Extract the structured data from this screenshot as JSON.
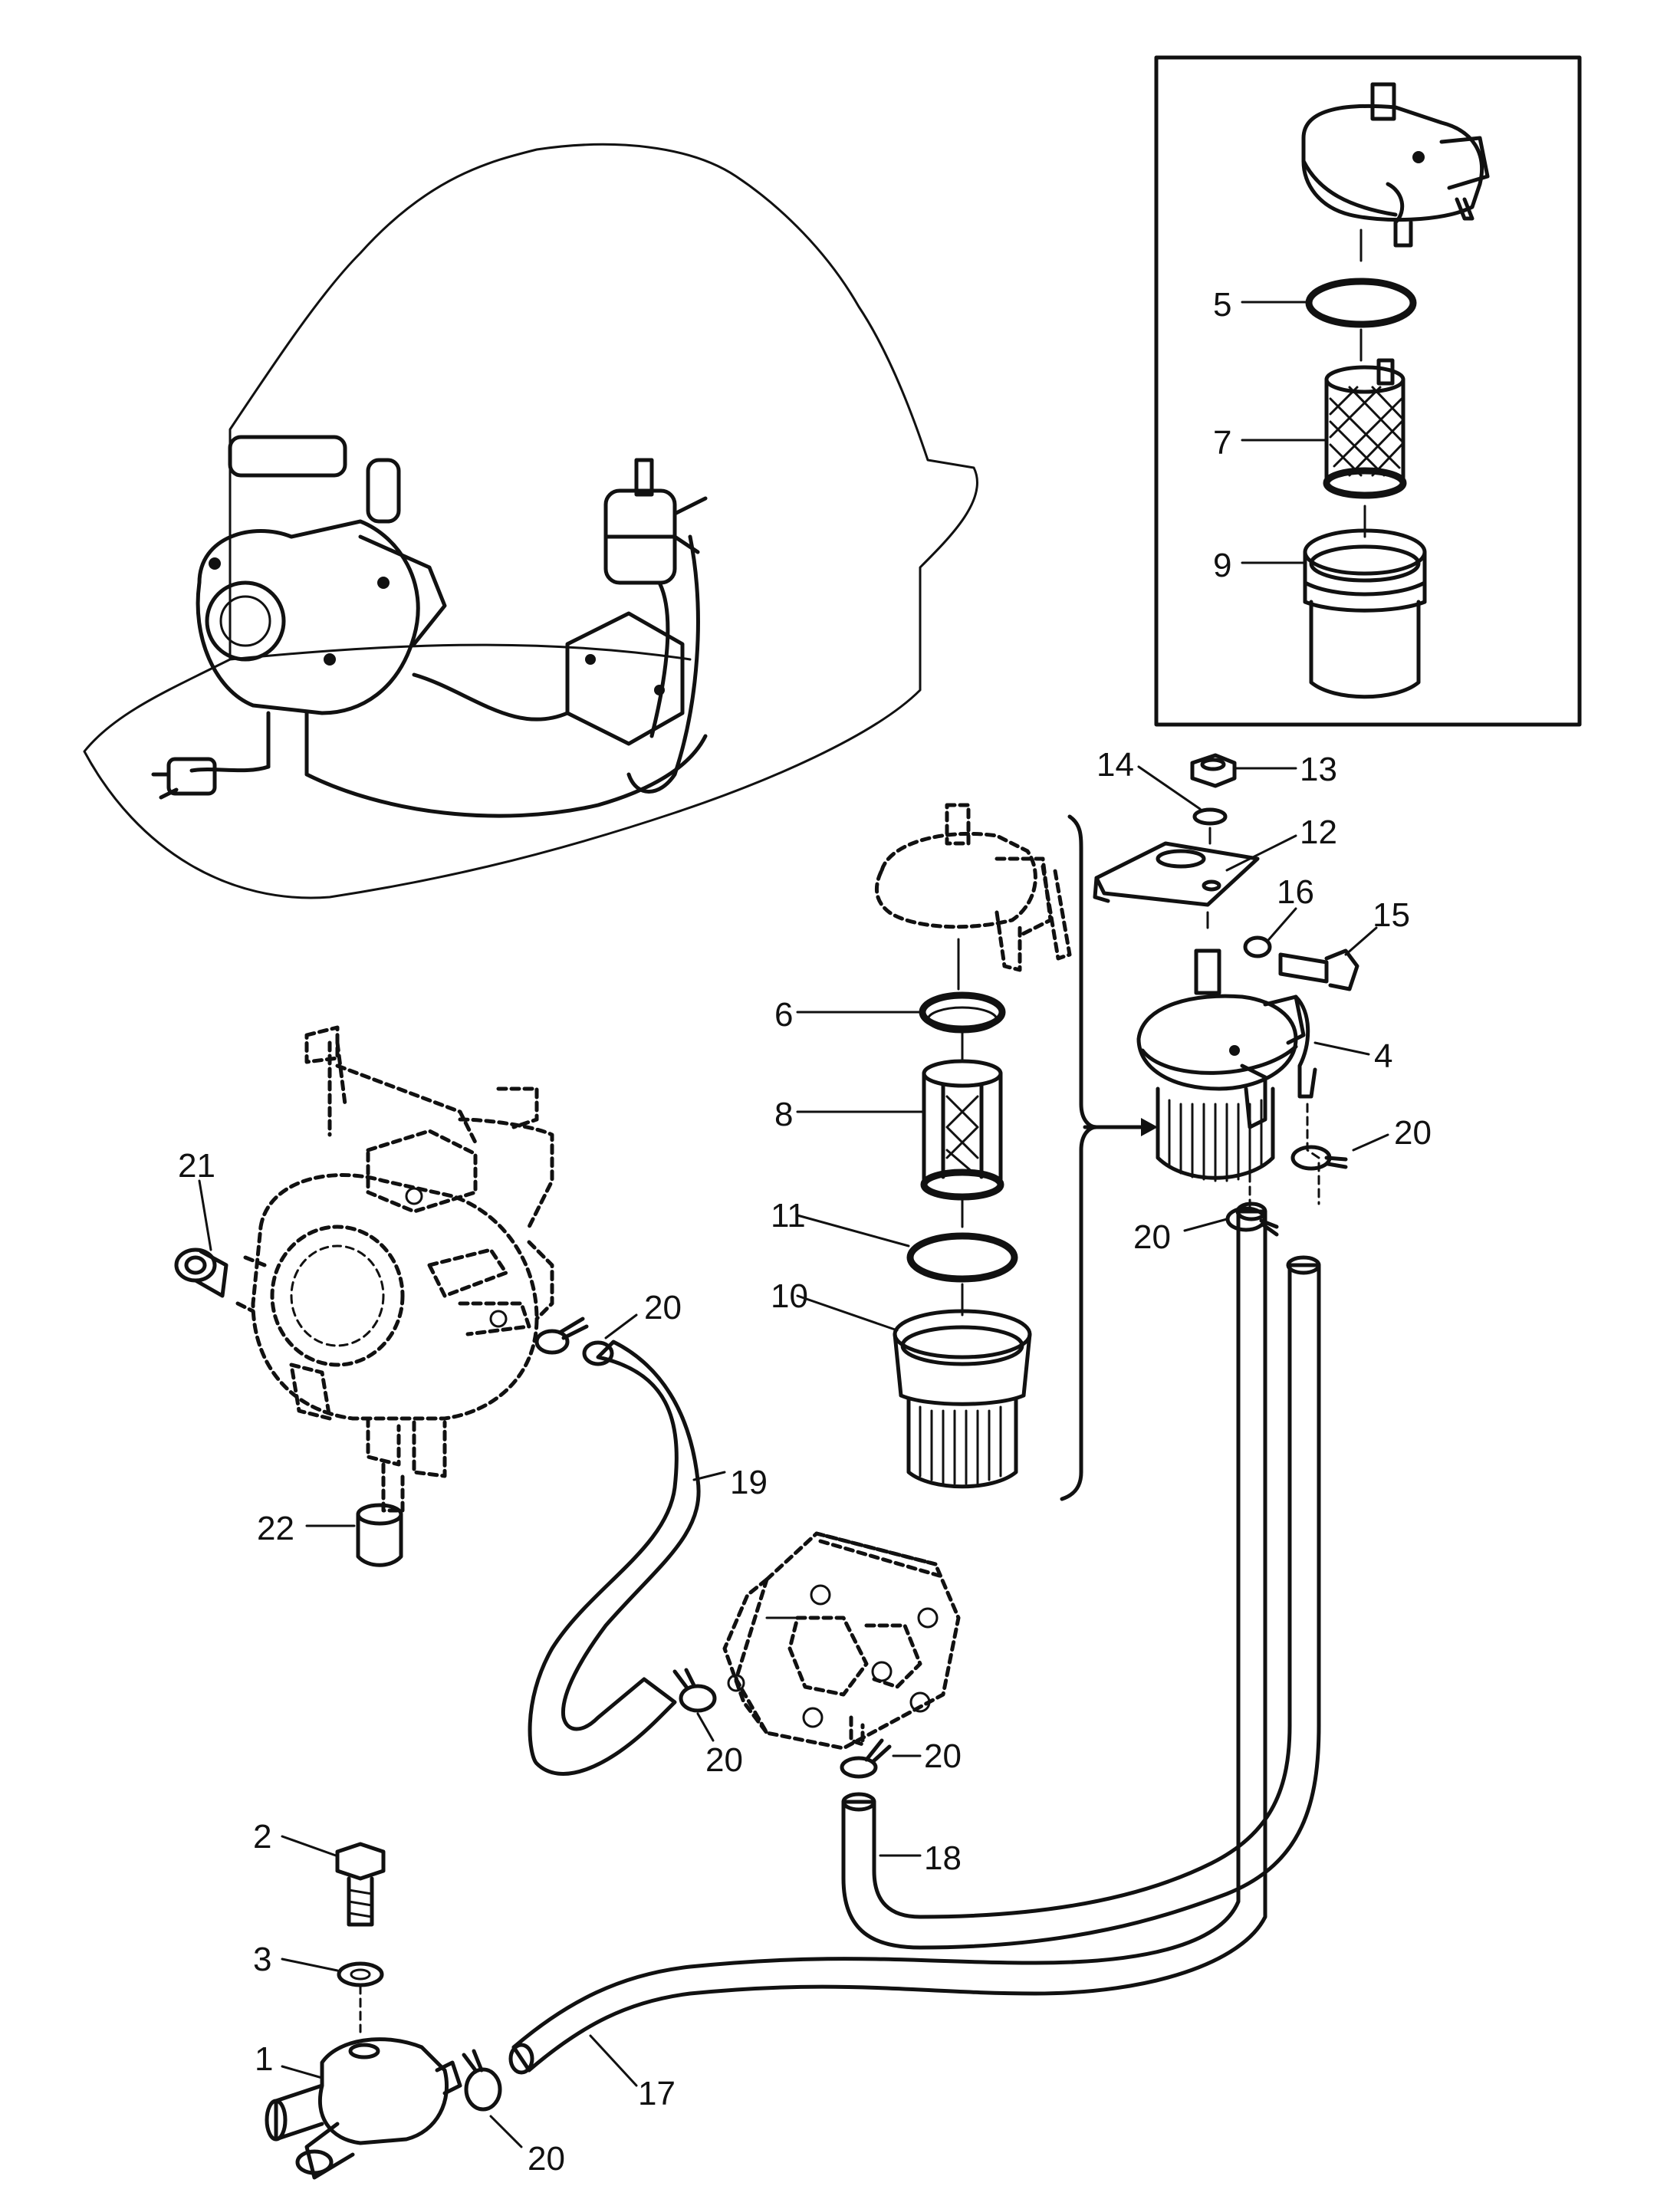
{
  "diagram": {
    "labels": {
      "l1": "1",
      "l2": "2",
      "l3": "3",
      "l4": "4",
      "l5": "5",
      "l6": "6",
      "l7": "7",
      "l8": "8",
      "l9": "9",
      "l10": "10",
      "l11": "11",
      "l12": "12",
      "l13": "13",
      "l14": "14",
      "l15": "15",
      "l16": "16",
      "l17": "17",
      "l18": "18",
      "l19": "19",
      "l20a": "20",
      "l20b": "20",
      "l20c": "20",
      "l20d": "20",
      "l20e": "20",
      "l20f": "20",
      "l21": "21",
      "l22": "22"
    }
  }
}
